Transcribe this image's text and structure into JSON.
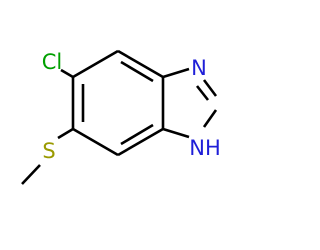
{
  "molecule": {
    "atoms": {
      "chlorine": {
        "label": "Cl",
        "color": "#00a000"
      },
      "nitrogen_imine": {
        "label": "N",
        "color": "#1f1fd8"
      },
      "nitrogen_amine": {
        "label": "NH",
        "color": "#1f1fd8"
      },
      "sulfur": {
        "label": "S",
        "color": "#9a9a00"
      }
    },
    "bond_color": "#000000"
  }
}
